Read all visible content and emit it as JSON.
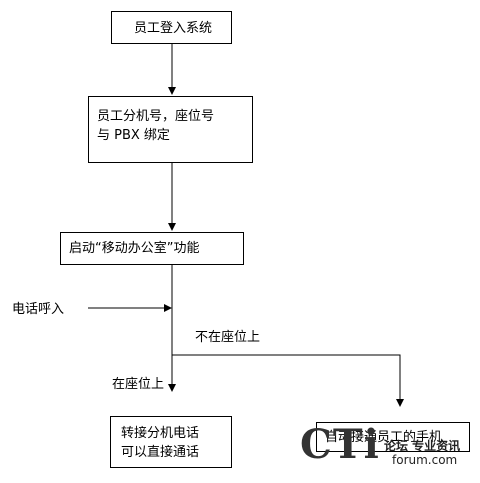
{
  "nodes": {
    "login": "员工登入系统",
    "bind_line1": "员工分机号，座位号",
    "bind_line2": "与 PBX 绑定",
    "mobile_office": "启动“移动办公室”功能",
    "transfer_line1": "转接分机电话",
    "transfer_line2": "可以直接通话",
    "auto_connect": "自动接通员工的手机"
  },
  "labels": {
    "incoming_call": "电话呼入",
    "not_at_seat": "不在座位上",
    "at_seat": "在座位上"
  },
  "watermark": {
    "logo": "CTi",
    "cn": "论坛 专业资讯",
    "url": "forum.com"
  }
}
